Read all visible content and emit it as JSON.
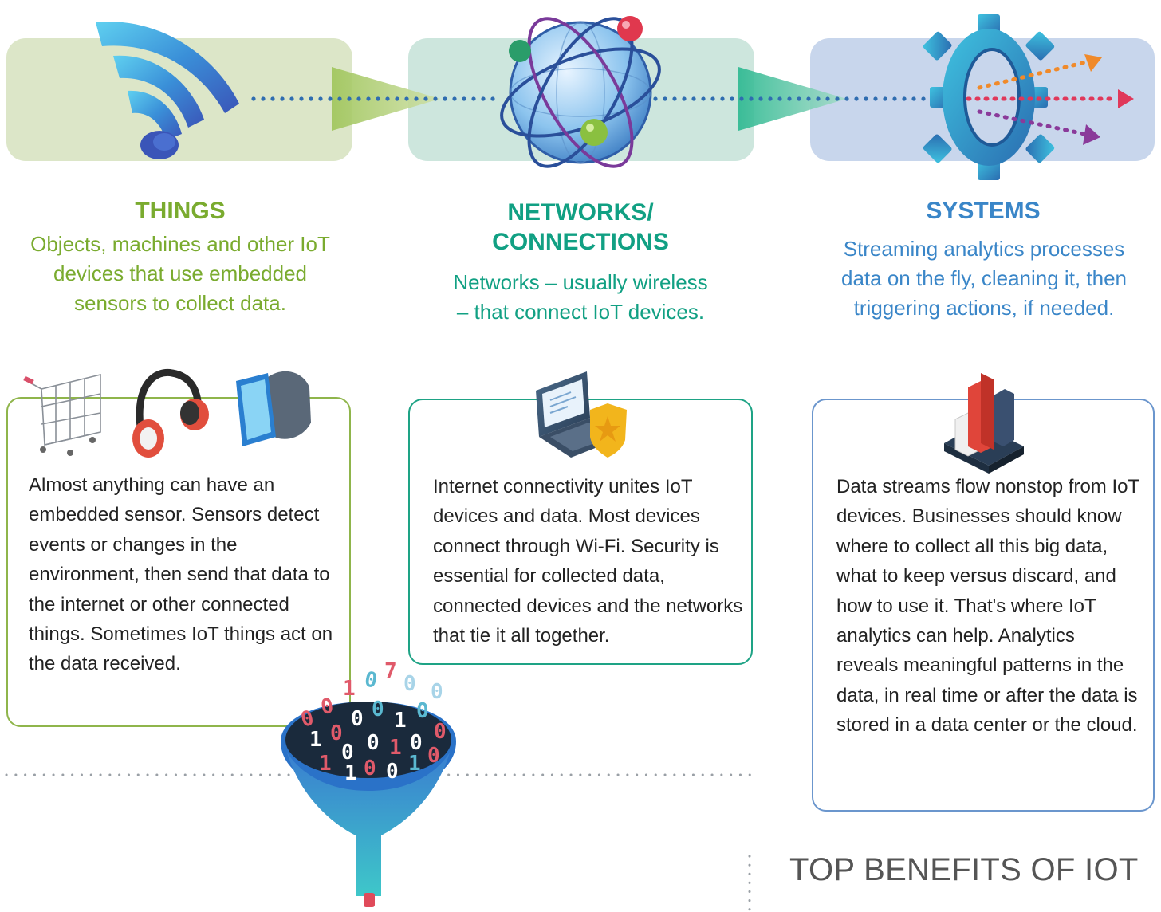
{
  "columns": {
    "things": {
      "title": "THINGS",
      "description": "Objects, machines and other IoT devices that use embedded sensors to collect data.",
      "body": "Almost anything can have an embedded sensor. Sensors detect events or changes in the environment, then send that data to the internet or other connected things. Sometimes IoT things act on the data received."
    },
    "networks": {
      "title_line1": "NETWORKS/",
      "title_line2": "CONNECTIONS",
      "description": "Networks – usually wireless –  that connect IoT devices.",
      "body": "Internet connectivity unites IoT devices and data. Most devices connect through Wi-Fi. Security is essential for collected data, connected devices and the networks that tie it all together."
    },
    "systems": {
      "title": "SYSTEMS",
      "description": "Streaming analytics processes data on the fly, cleaning it, then triggering actions, if needed.",
      "body": "Data streams flow nonstop from IoT devices. Businesses should know where to collect all this big data, what to keep versus discard, and how to use it. That's where IoT analytics can help. Analytics reveals meaningful patterns in the data, in real time or after the data is stored in a data center or the cloud."
    }
  },
  "benefits_heading": "TOP BENEFITS OF IOT",
  "icons": {
    "things_band": "wifi-signal-icon",
    "networks_band": "globe-network-icon",
    "systems_band": "gear-analytics-icon",
    "things_card": [
      "shopping-cart-icon",
      "headphones-icon",
      "smartwatch-icon"
    ],
    "networks_card": "laptop-security-icon",
    "systems_card": "bar-chart-icon",
    "funnel": "data-funnel-icon"
  },
  "colors": {
    "things": "#7aab2f",
    "networks": "#11a083",
    "systems": "#3a86c8",
    "dots": "#2f6db0"
  }
}
